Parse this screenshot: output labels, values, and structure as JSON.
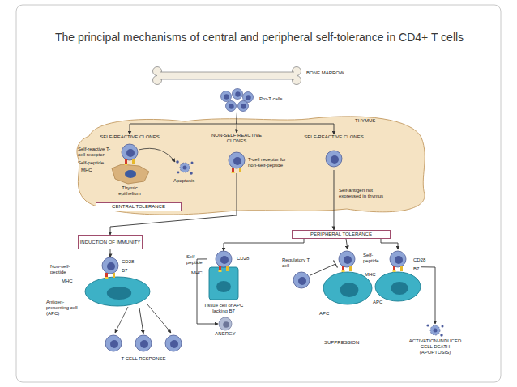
{
  "diagram": {
    "title": "The principal mechanisms of central and peripheral self-tolerance in CD4+ T cells",
    "nodes": [
      {
        "text": [
          "Pro-T cells"
        ]
      },
      {
        "text": [
          "THYMUS"
        ]
      },
      {
        "text": [
          "SELF-REACTIVE CLONES"
        ],
        "in": 1
      },
      {
        "text": [
          "NON-SELF REACTIVE CLONES"
        ],
        "in": 1
      },
      {
        "text": [
          "SELF-REACTIVE CLONES"
        ],
        "in": 1
      },
      {
        "text": [
          "CENTRAL TOLERANCE"
        ],
        "in": 1
      },
      {
        "text": [
          "INDUCTION OF IMMUNITY"
        ]
      },
      {
        "text": [
          "PERIPHERAL TOLERANCE"
        ]
      },
      {
        "text": [
          "Antigen-presenting cell (APC)"
        ]
      },
      {
        "text": [
          "T-CELL RESPONSE"
        ]
      },
      {
        "text": [
          "Tissue cell or APC lacking B7"
        ]
      },
      {
        "text": [
          "ANERGY"
        ]
      },
      {
        "text": [
          "APC"
        ]
      },
      {
        "text": [
          "APC"
        ]
      },
      {
        "text": [
          "ACTIVATION-INDUCED CELL DEATH (APOPTOSIS)"
        ]
      }
    ],
    "edges": [
      {
        "from": 0,
        "to": 2,
        "arrow": "to"
      },
      {
        "from": 0,
        "to": 3,
        "arrow": "to"
      },
      {
        "from": 0,
        "to": 4,
        "arrow": "to"
      },
      {
        "from": 3,
        "to": 6,
        "arrow": "to"
      },
      {
        "from": 4,
        "to": 7,
        "label": "Self-antigen not expressed in thymus",
        "arrow": "to"
      },
      {
        "from": 6,
        "to": 8,
        "arrow": "to"
      },
      {
        "from": 7,
        "to": 10,
        "arrow": "to"
      },
      {
        "from": 7,
        "to": 12,
        "arrow": "to"
      },
      {
        "from": 7,
        "to": 13,
        "arrow": "to"
      },
      {
        "from": 8,
        "to": 9,
        "arrow": "to"
      },
      {
        "from": 10,
        "to": 11,
        "arrow": "to"
      },
      {
        "from": 13,
        "to": 14,
        "arrow": "to"
      }
    ],
    "labels": [
      "BONE MARROW",
      "Self-reactive T-cell receptor",
      "Self-peptide",
      "MHC",
      "Apoptosis",
      "Thymic epithelium",
      "T-cell receptor for non-self-peptide",
      "Non-self-peptide",
      "CD28",
      "B7",
      "MHC",
      "Self-peptide",
      "CD28",
      "MHC",
      "Regulatory T cell",
      "SUPPRESSION",
      "Self-peptide",
      "CD28",
      "B7",
      "MHC"
    ]
  }
}
